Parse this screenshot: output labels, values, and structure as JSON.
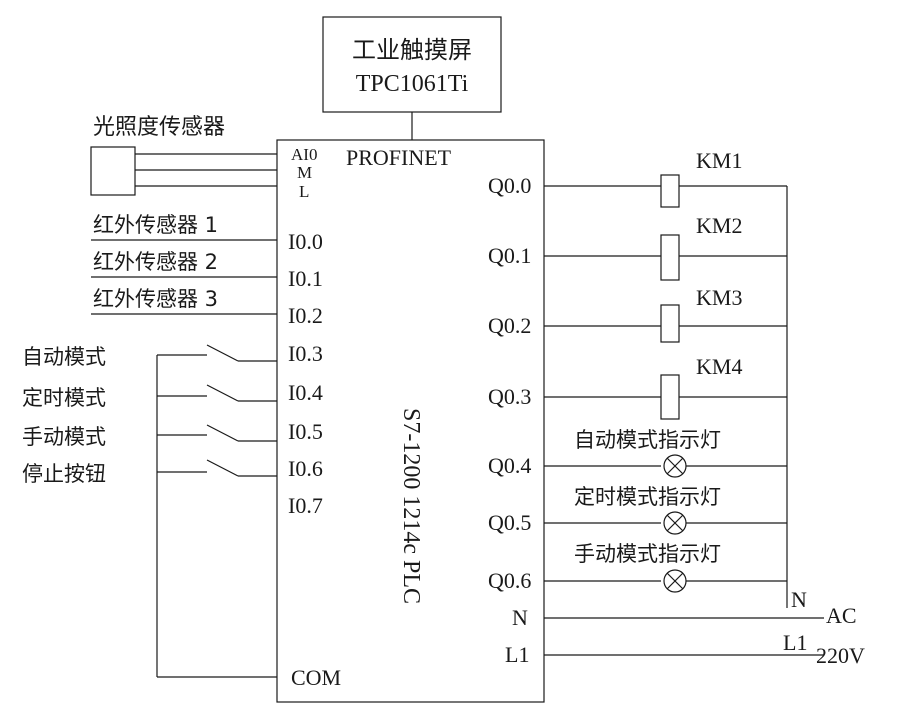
{
  "hmi": {
    "line1": "工业触摸屏",
    "line2": "TPC1061Ti"
  },
  "plc": {
    "label": "S7-1200 1214c PLC",
    "profinet": "PROFINET",
    "com": "COM",
    "n": "N",
    "l1": "L1"
  },
  "light_sensor": {
    "label": "光照度传感器",
    "pins": [
      "AI0",
      "M",
      "L"
    ]
  },
  "ir_sensors": [
    {
      "label": "红外传感器 1",
      "input": "I0.0"
    },
    {
      "label": "红外传感器 2",
      "input": "I0.1"
    },
    {
      "label": "红外传感器 3",
      "input": "I0.2"
    }
  ],
  "switches": [
    {
      "label": "自动模式",
      "input": "I0.3"
    },
    {
      "label": "定时模式",
      "input": "I0.4"
    },
    {
      "label": "手动模式",
      "input": "I0.5"
    },
    {
      "label": "停止按钮",
      "input": "I0.6"
    }
  ],
  "spare_input": "I0.7",
  "relays": [
    {
      "output": "Q0.0",
      "label": "KM1"
    },
    {
      "output": "Q0.1",
      "label": "KM2"
    },
    {
      "output": "Q0.2",
      "label": "KM3"
    },
    {
      "output": "Q0.3",
      "label": "KM4"
    }
  ],
  "lamps": [
    {
      "output": "Q0.4",
      "label": "自动模式指示灯"
    },
    {
      "output": "Q0.5",
      "label": "定时模式指示灯"
    },
    {
      "output": "Q0.6",
      "label": "手动模式指示灯"
    }
  ],
  "power": {
    "n": "N",
    "l1": "L1",
    "ac": "AC",
    "voltage": "220V"
  }
}
